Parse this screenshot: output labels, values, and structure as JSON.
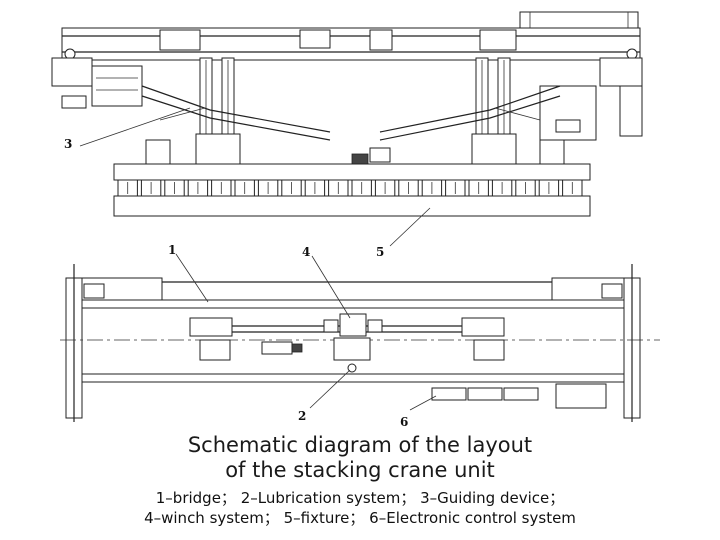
{
  "callouts": {
    "c1": "1",
    "c2": "2",
    "c3": "3",
    "c4": "4",
    "c5": "5",
    "c6": "6"
  },
  "caption": {
    "title_line1": "Schematic diagram of the layout",
    "title_line2": "of the stacking crane unit",
    "legend_line1": "1–bridge； 2–Lubrication system； 3–Guiding device；",
    "legend_line2": "4–winch system； 5–fixture； 6–Electronic control system"
  }
}
